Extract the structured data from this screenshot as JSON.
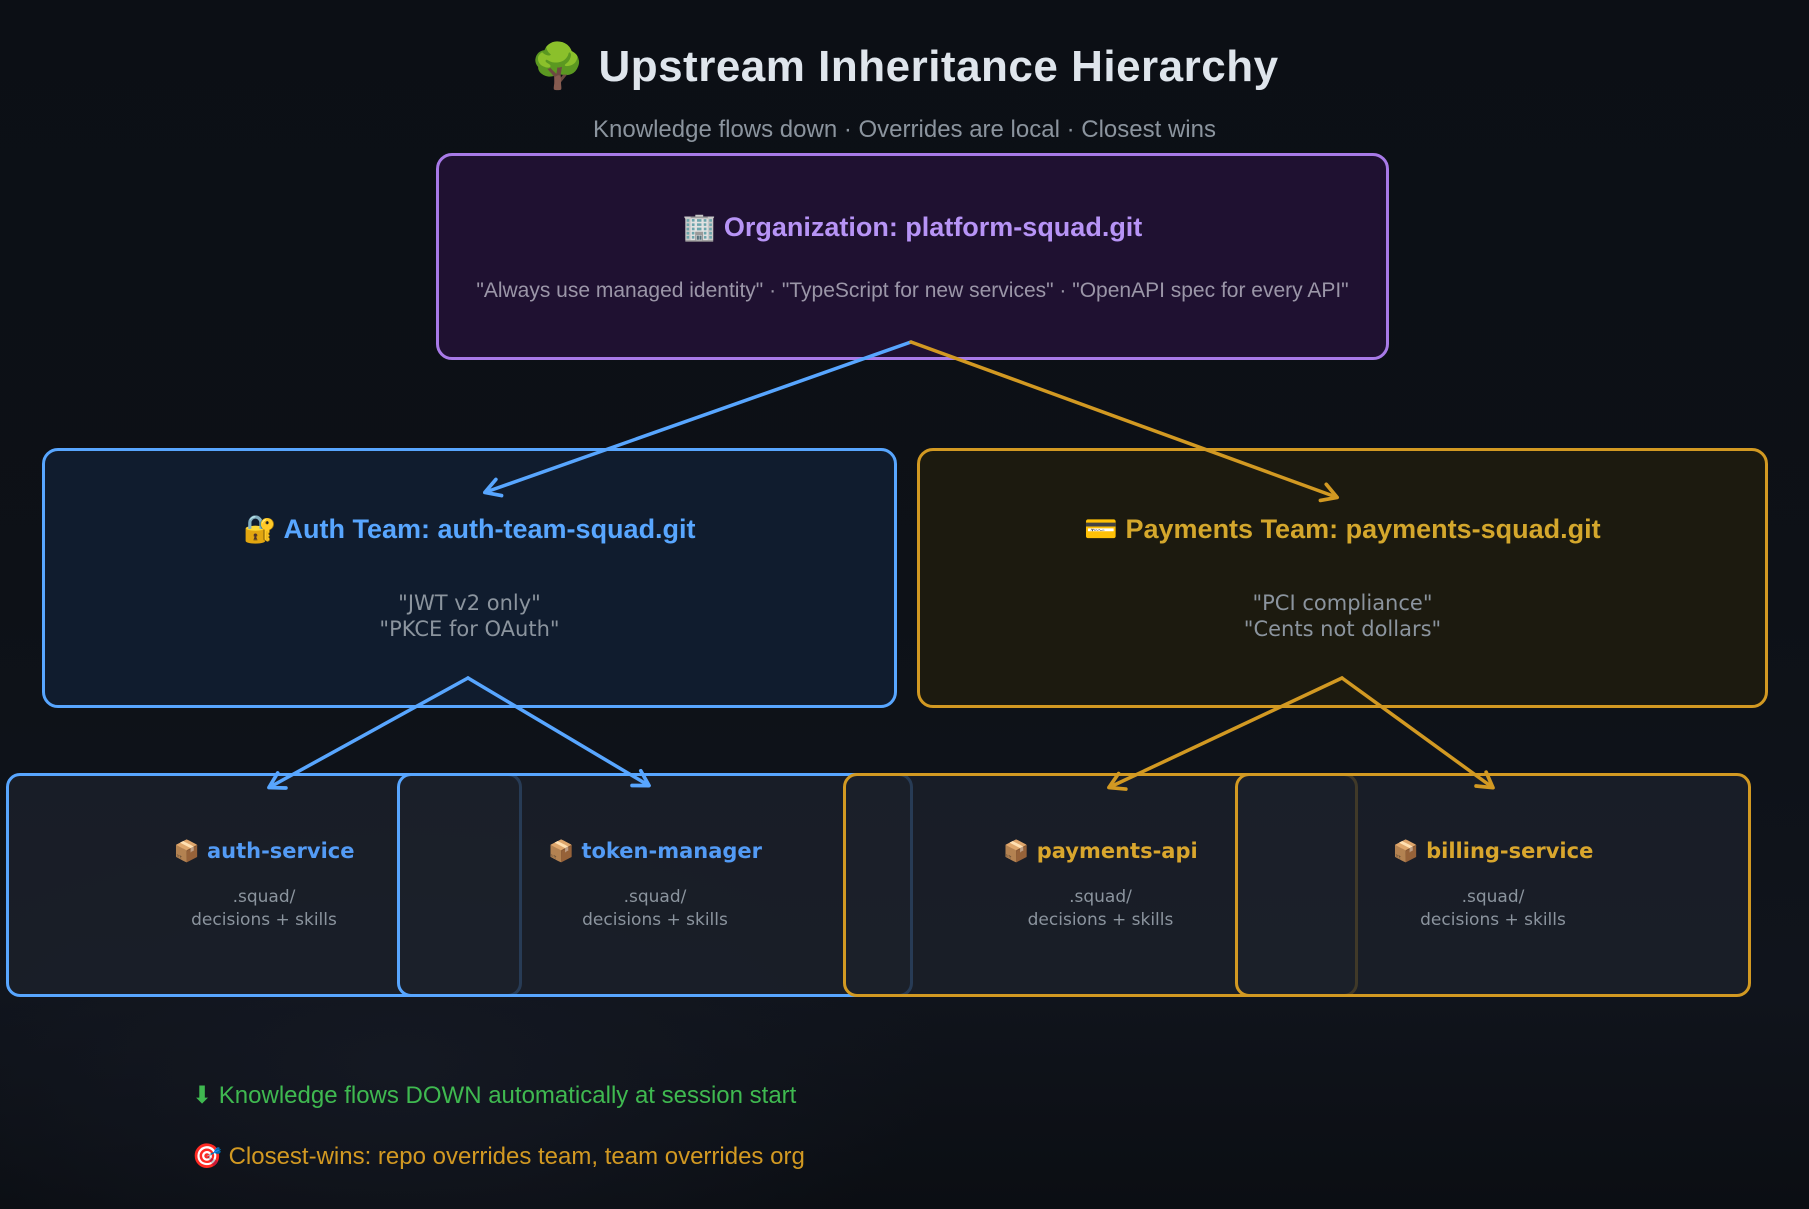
{
  "header": {
    "icon": "🌳",
    "title": "Upstream Inheritance Hierarchy",
    "subtitle": "Knowledge flows down · Overrides are local · Closest wins"
  },
  "nodes": {
    "org": {
      "icon": "🏢",
      "title": "Organization: platform-squad.git",
      "rules": "\"Always use managed identity\" · \"TypeScript for new services\" · \"OpenAPI spec for every API\""
    },
    "auth_team": {
      "icon": "🔐",
      "title": "Auth Team: auth-team-squad.git",
      "rules": [
        "\"JWT v2 only\"",
        "\"PKCE for OAuth\""
      ]
    },
    "payments_team": {
      "icon": "💳",
      "title": "Payments Team: payments-squad.git",
      "rules": [
        "\"PCI compliance\"",
        "\"Cents not dollars\""
      ]
    },
    "leaves": [
      {
        "icon": "📦",
        "label": "auth-service",
        "sub": [
          ".squad/",
          "decisions + skills"
        ]
      },
      {
        "icon": "📦",
        "label": "token-manager",
        "sub": [
          ".squad/",
          "decisions + skills"
        ]
      },
      {
        "icon": "📦",
        "label": "payments-api",
        "sub": [
          ".squad/",
          "decisions + skills"
        ]
      },
      {
        "icon": "📦",
        "label": "billing-service",
        "sub": [
          ".squad/",
          "decisions + skills"
        ]
      }
    ]
  },
  "legend": [
    {
      "icon": "⬇",
      "text": "Knowledge flows DOWN automatically at session start",
      "color": "#3fb950"
    },
    {
      "icon": "🎯",
      "text": "Closest-wins: repo overrides team, team overrides org",
      "color": "#d29922"
    }
  ],
  "colors": {
    "background": "#0d1117",
    "org_border": "#a87ae8",
    "org_title": "#b794f6",
    "blue_accent": "#58a6ff",
    "orange_accent": "#d29922",
    "muted_text": "#8b949e",
    "title_text": "#dfe5ec",
    "legend_green": "#3fb950"
  }
}
